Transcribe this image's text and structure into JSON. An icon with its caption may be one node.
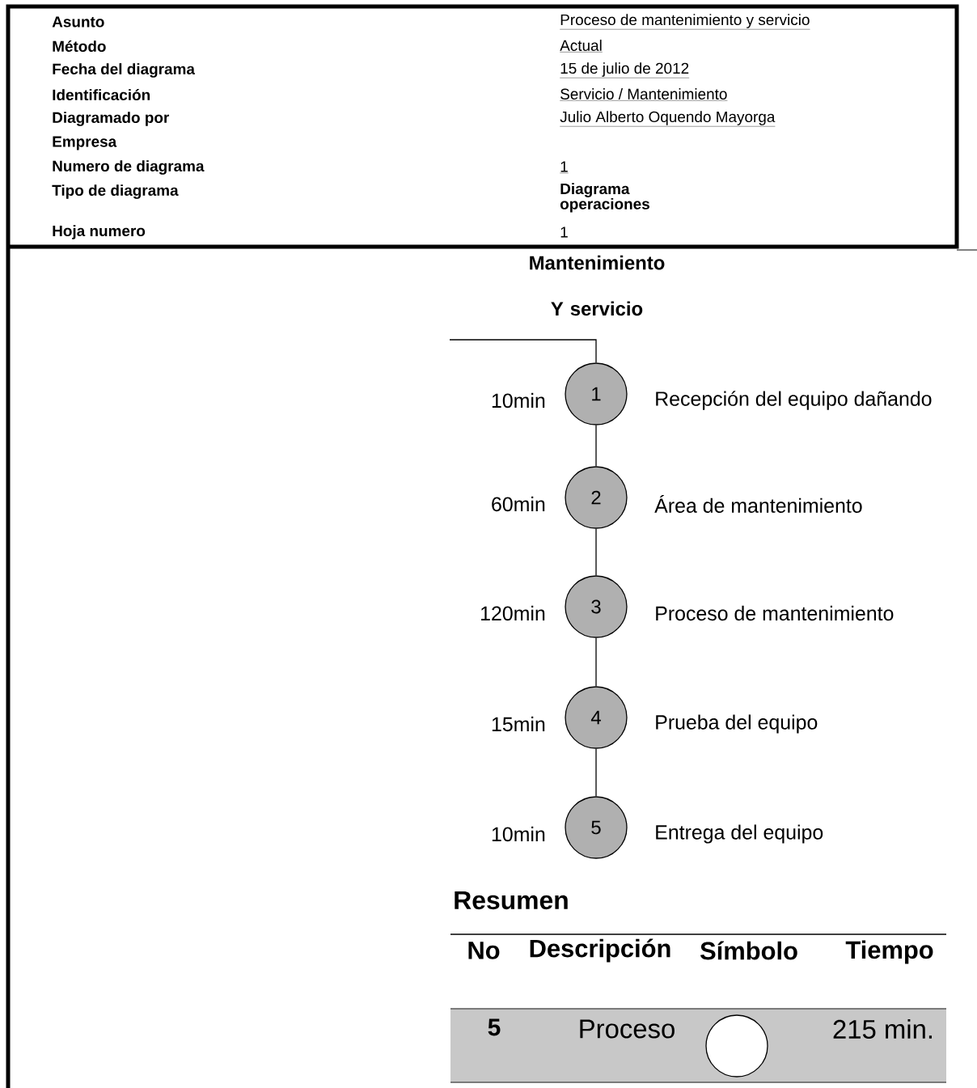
{
  "diagram": {
    "title": "Mantenimiento Y servicio",
    "nodes": [
      {
        "text": [
          "1"
        ],
        "beside": [
          "10min",
          "Recepción del equipo dañando"
        ]
      },
      {
        "text": [
          "2"
        ],
        "beside": [
          "60min",
          "Área de mantenimiento"
        ]
      },
      {
        "text": [
          "3"
        ],
        "beside": [
          "120min",
          "Proceso de mantenimiento"
        ]
      },
      {
        "text": [
          "4"
        ],
        "beside": [
          "15min",
          "Prueba del equipo"
        ]
      },
      {
        "text": [
          "5"
        ],
        "beside": [
          "10min",
          "Entrega del equipo"
        ]
      },
      {
        "text": [],
        "shape": "circle"
      }
    ],
    "edges": [
      {
        "from": null,
        "to": 0,
        "arrow": "none"
      },
      {
        "from": 0,
        "to": 1,
        "arrow": "none"
      },
      {
        "from": 1,
        "to": 2,
        "arrow": "none"
      },
      {
        "from": 2,
        "to": 3,
        "arrow": "none"
      },
      {
        "from": 3,
        "to": 4,
        "arrow": "none"
      }
    ],
    "labels": [
      "Asunto",
      "Proceso de mantenimiento y servicio",
      "Método",
      "Actual",
      "Fecha del diagrama",
      "15 de julio de 2012",
      "Identificación",
      "Servicio / Mantenimiento",
      "Diagramado por",
      "Julio Alberto Oquendo Mayorga",
      "Empresa",
      "Numero de diagrama",
      "1",
      "Tipo de diagrama",
      "Diagrama operaciones",
      "Hoja numero",
      "1",
      "Resumen",
      "No",
      "Descripción",
      "Símbolo",
      "Tiempo",
      "5",
      "Proceso",
      "215 min."
    ]
  }
}
